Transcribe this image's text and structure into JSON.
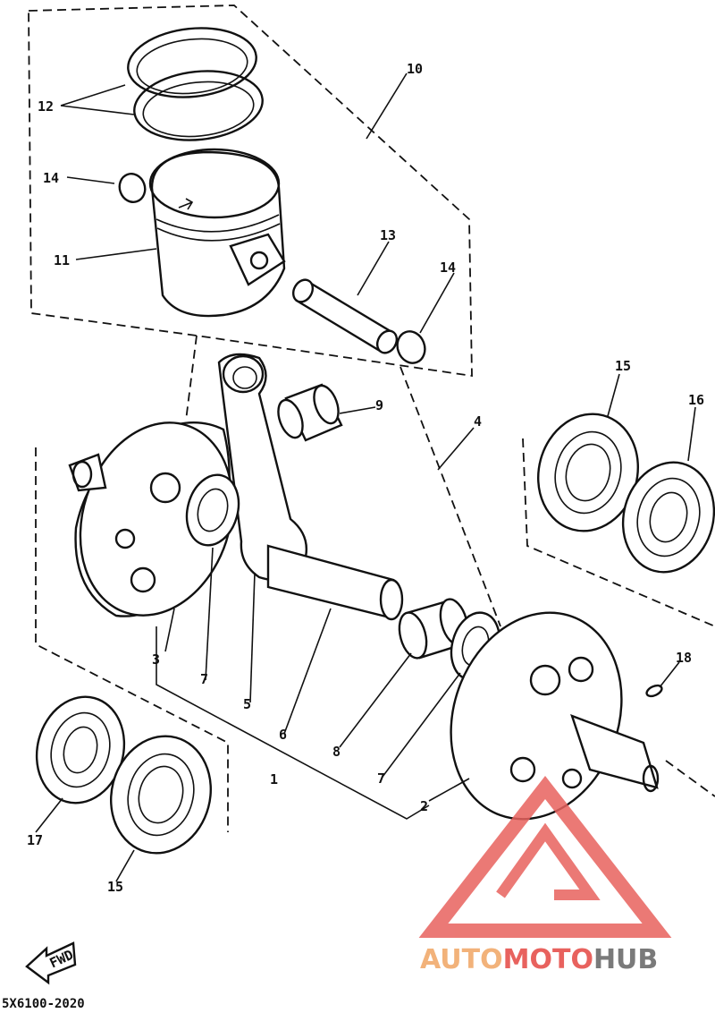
{
  "labels": {
    "p1": "1",
    "p2": "2",
    "p3": "3",
    "p4": "4",
    "p5": "5",
    "p6": "6",
    "p7a": "7",
    "p7b": "7",
    "p8": "8",
    "p9": "9",
    "p10": "10",
    "p11": "11",
    "p12": "12",
    "p13": "13",
    "p14a": "14",
    "p14b": "14",
    "p15a": "15",
    "p15b": "15",
    "p16": "16",
    "p17": "17",
    "p18": "18"
  },
  "footer": {
    "drawing_code": "5X6100-2020",
    "fwd": "FWD"
  },
  "watermark": {
    "part1": "AUTO",
    "part2": "MOTO",
    "part3": "HUB"
  },
  "colors": {
    "ink": "#111111",
    "logo_orange": "#f2b27a",
    "logo_red": "#e8625e",
    "logo_gray": "#7a7a7a"
  }
}
